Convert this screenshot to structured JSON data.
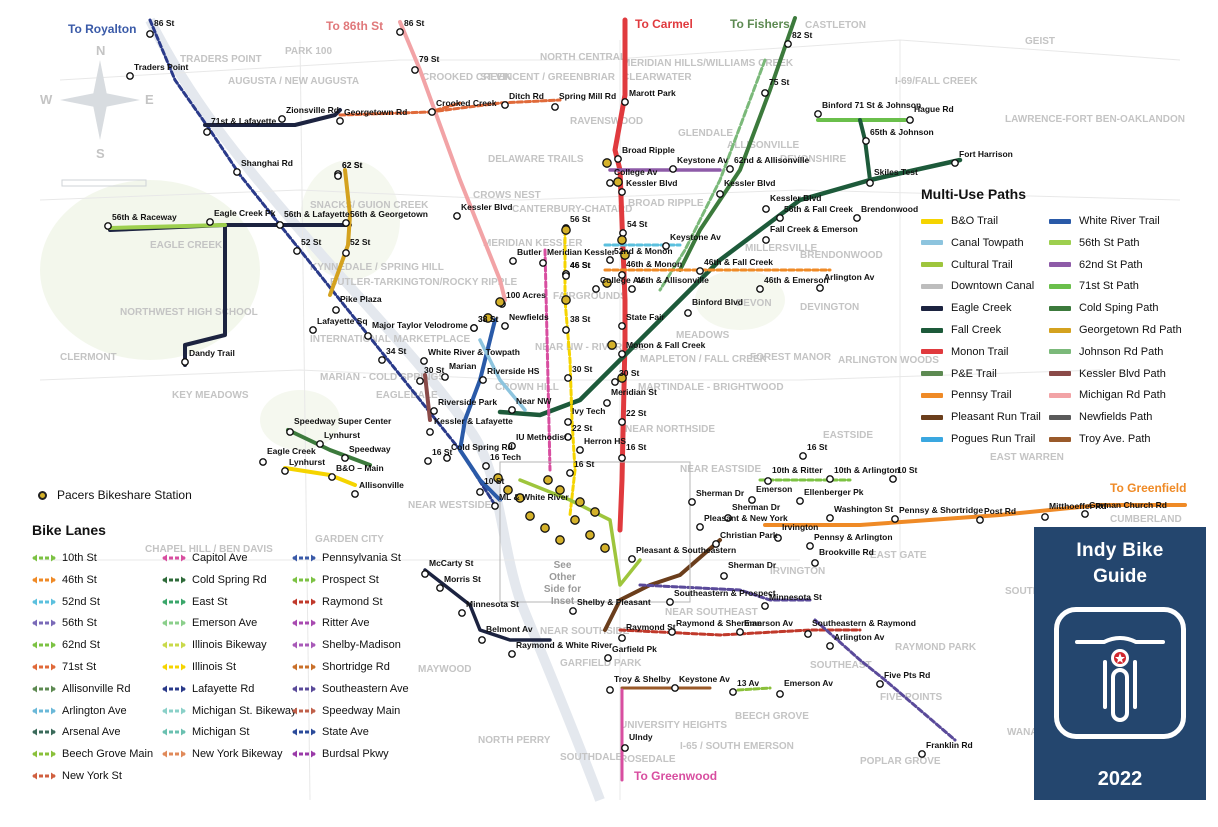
{
  "directions": {
    "royalton": "To Royalton",
    "86th": "To 86th St",
    "carmel": "To Carmel",
    "fishers": "To Fishers",
    "greenfield": "To Greenfield",
    "greenwood": "To Greenwood"
  },
  "neighborhoods": [
    "TRADERS POINT",
    "PARK 100",
    "AUGUSTA / NEW AUGUSTA",
    "NORTH CENTRAL",
    "MERIDIAN HILLS/WILLIAMS CREEK",
    "CASTLETON",
    "GEIST",
    "CROOKED CREEK",
    "ST VINCENT / GREENBRIAR",
    "CLEARWATER",
    "I-69/FALL CREEK",
    "RAVENSWOOD",
    "GLENDALE",
    "ALLISONVILLE",
    "LAWRENCE-FORT BEN-OAKLANDON",
    "DELAWARE TRAILS",
    "DEVONSHIRE",
    "CROWS NEST",
    "SNACKS/ GUION CREEK",
    "BROAD RIPPLE",
    "CANTERBURY-CHATARD",
    "MERIDIAN KESSLER",
    "EAGLE CREEK",
    "KYNNEDALE / SPRING HILL",
    "BUTLER-TARKINGTON/ROCKY RIPPLE",
    "MILLERSVILLE",
    "BRENDONWOOD",
    "FAIRGROUNDS",
    "NORTHWEST HIGH SCHOOL",
    "DEVON",
    "DEVINGTON",
    "MEADOWS",
    "INTERNATIONAL MARKETPLACE",
    "NEAR NW - RIVERSIDE",
    "CLERMONT",
    "MARIAN - COLD SPRINGS",
    "MAPLETON / FALL CREEK",
    "FOREST MANOR",
    "ARLINGTON WOODS",
    "CROWN HILL",
    "MARTINDALE - BRIGHTWOOD",
    "KEY MEADOWS",
    "EAGLEDALE",
    "NEAR NORTHSIDE",
    "EASTSIDE",
    "EAST WARREN",
    "NEAR WESTSIDE",
    "NEAR EASTSIDE",
    "GARDEN CITY",
    "CHAPEL HILL / BEN DAVIS",
    "NEAR SOUTHSIDE",
    "EAST GATE",
    "IRVINGTON",
    "CUMBERLAND",
    "NEAR SOUTHEAST",
    "RAYMOND PARK",
    "GARFIELD PARK",
    "MAYWOOD",
    "SOUTHEAST",
    "FIVE POINTS",
    "UNIVERSITY HEIGHTS",
    "BEECH GROVE",
    "NORTH PERRY",
    "SOUTHDALE",
    "ROSEDALE",
    "I-65 / SOUTH EMERSON",
    "POPLAR GROVE",
    "WANAMAKER",
    "SOUTH"
  ],
  "compass": {
    "n": "N",
    "s": "S",
    "e": "E",
    "w": "W"
  },
  "stations": [
    "86 St",
    "Traders Point",
    "86 St",
    "79 St",
    "Crooked Creek",
    "Ditch Rd",
    "Spring Mill Rd",
    "Marott Park",
    "82 St",
    "75 St",
    "Zionsville Rd",
    "Georgetown Rd",
    "71st & Lafayette",
    "Shanghai Rd",
    "62 St",
    "62 St",
    "Kessler Blvd",
    "Broad Ripple",
    "College Av",
    "Keystone Av",
    "62nd & Allisonville",
    "Kessler Blvd",
    "Kessler Blvd",
    "Binford 71 St & Johnson",
    "Hague Rd",
    "65th & Johnson",
    "Fort Harrison",
    "Skiles Test",
    "56th & Raceway",
    "Eagle Creek Pk",
    "56th & Lafayette",
    "56th & Georgetown",
    "52 St",
    "52 St",
    "54 St",
    "56 St",
    "Kessler Blvd",
    "56th & Fall Creek",
    "Brendonwood",
    "Fall Creek & Emerson",
    "Keystone Av",
    "Butler",
    "Meridian Kessler",
    "52nd & Monon",
    "46 St",
    "46th & Monon",
    "46th & Fall Creek",
    "46th & Emerson",
    "Arlington Av",
    "College Av",
    "46th & Allisonville",
    "Binford Blvd",
    "46 St",
    "100 Acres",
    "Pike Plaza",
    "38 St",
    "Newfields",
    "38 St",
    "State Fair",
    "Lafayette Sq",
    "Major Taylor Velodrome",
    "34 St",
    "White River & Towpath",
    "Marian",
    "Riverside HS",
    "Monon & Fall Creek",
    "30 St",
    "30 St",
    "30 St",
    "Meridian St",
    "Riverside Park",
    "Near NW",
    "Ivy Tech",
    "22 St",
    "22 St",
    "Kessler & Lafayette",
    "IU Methodist",
    "Herron HS",
    "Speedway Super Center",
    "Lynhurst",
    "Speedway",
    "Eagle Creek",
    "Lynhurst",
    "16 St",
    "Cold Spring Rd",
    "16 Tech",
    "16 St",
    "16 St",
    "B&O – Main",
    "Allisonville",
    "10 St",
    "ML & White River",
    "16 St",
    "10th & Ritter",
    "10th & Arlington",
    "10 St",
    "Emerson",
    "Ellenberger Pk",
    "Sherman Dr",
    "Sherman Dr",
    "Pleasant & New York",
    "Washington St",
    "Irvington",
    "Pennsy & Shortridge",
    "Post Rd",
    "Mitthoeffer Rd",
    "German Church Rd",
    "Pennsy & Arlington",
    "Brookville Rd",
    "Christian Park",
    "Pleasant & Southeastern",
    "Sherman Dr",
    "Southeastern & Prospect",
    "Minnesota St",
    "McCarty St",
    "Morris St",
    "Minnesota St",
    "Belmont Av",
    "Raymond & White River",
    "Shelby & Pleasant",
    "Raymond St",
    "Raymond & Sherman",
    "Emerson Av",
    "Southeastern & Raymond",
    "Arlington Av",
    "Garfield Pk",
    "Troy & Shelby",
    "Keystone Av",
    "13 Av",
    "Emerson Av",
    "Five Pts Rd",
    "Franklin Rd",
    "Ulndy",
    "Dandy Trail",
    "38 St",
    "46 St"
  ],
  "station_key": "Pacers Bikeshare Station",
  "inset_note": "See Other Side for Inset",
  "multi_use": {
    "title": "Multi-Use Paths",
    "items": [
      {
        "label": "B&O Trail",
        "color": "#f5d400"
      },
      {
        "label": "White River Trail",
        "color": "#2a5aa8"
      },
      {
        "label": "Canal Towpath",
        "color": "#8dc4de"
      },
      {
        "label": "56th St Path",
        "color": "#9dcf4e"
      },
      {
        "label": "Cultural Trail",
        "color": "#9ec53c"
      },
      {
        "label": "62nd St Path",
        "color": "#8e5ba8"
      },
      {
        "label": "Downtown Canal",
        "color": "#bdbdbd"
      },
      {
        "label": "71st St Path",
        "color": "#6abf4b"
      },
      {
        "label": "Eagle Creek",
        "color": "#1c2340"
      },
      {
        "label": "Cold Sping Path",
        "color": "#3c7a3c"
      },
      {
        "label": "Fall Creek",
        "color": "#1d5a3a"
      },
      {
        "label": "Georgetown Rd Path",
        "color": "#d4a21f"
      },
      {
        "label": "Monon Trail",
        "color": "#e03a3e"
      },
      {
        "label": "Johnson Rd Path",
        "color": "#7bb97a"
      },
      {
        "label": "P&E Trail",
        "color": "#5d8a52"
      },
      {
        "label": "Kessler Blvd Path",
        "color": "#8a4a48"
      },
      {
        "label": "Pennsy Trail",
        "color": "#ef8a26"
      },
      {
        "label": "Michigan Rd Path",
        "color": "#f2a3a6"
      },
      {
        "label": "Pleasant Run Trail",
        "color": "#6b3e1c"
      },
      {
        "label": "Newfields Path",
        "color": "#5a5a5a"
      },
      {
        "label": "Pogues Run Trail",
        "color": "#3aa7e0"
      },
      {
        "label": "Troy Ave. Path",
        "color": "#9a5a2a"
      }
    ]
  },
  "bike_lanes": {
    "title": "Bike Lanes",
    "items": [
      {
        "label": "10th St",
        "color": "#7cc243"
      },
      {
        "label": "Capitol Ave",
        "color": "#d84ea0"
      },
      {
        "label": "Pennsylvania St",
        "color": "#3a5aa8"
      },
      {
        "label": "46th St",
        "color": "#ef8a26"
      },
      {
        "label": "Cold Spring Rd",
        "color": "#2f6b3a"
      },
      {
        "label": "Prospect St",
        "color": "#7cc243"
      },
      {
        "label": "52nd St",
        "color": "#5bc0de"
      },
      {
        "label": "East St",
        "color": "#3aa66a"
      },
      {
        "label": "Raymond St",
        "color": "#c0392b"
      },
      {
        "label": "56th St",
        "color": "#7a6ab8"
      },
      {
        "label": "Emerson Ave",
        "color": "#8bcf8b"
      },
      {
        "label": "Ritter Ave",
        "color": "#a84ab0"
      },
      {
        "label": "62nd St",
        "color": "#7cc243"
      },
      {
        "label": "Illinois Bikeway",
        "color": "#c9d94a"
      },
      {
        "label": "Shelby-Madison",
        "color": "#a85ab8"
      },
      {
        "label": "71st St",
        "color": "#e06a3a"
      },
      {
        "label": "Illinois St",
        "color": "#f5d400"
      },
      {
        "label": "Shortridge Rd",
        "color": "#c9702a"
      },
      {
        "label": "Allisonville Rd",
        "color": "#5d8a52"
      },
      {
        "label": "Lafayette Rd",
        "color": "#2a3a8a"
      },
      {
        "label": "Southeastern Ave",
        "color": "#5a4a9a"
      },
      {
        "label": "Arlington Ave",
        "color": "#6ab8d8"
      },
      {
        "label": "Michigan St. Bikeway",
        "color": "#8ad0c8"
      },
      {
        "label": "Speedway Main",
        "color": "#c0604a"
      },
      {
        "label": "Arsenal Ave",
        "color": "#3a6a5a"
      },
      {
        "label": "Michigan St",
        "color": "#6ac0b0"
      },
      {
        "label": "State Ave",
        "color": "#2a4a9a"
      },
      {
        "label": "Beech Grove Main",
        "color": "#8ac03a"
      },
      {
        "label": "New York Bikeway",
        "color": "#e08a5a"
      },
      {
        "label": "Burdsal Pkwy",
        "color": "#9a3aa8"
      },
      {
        "label": "New York St",
        "color": "#d06040"
      }
    ]
  },
  "guide": {
    "line1": "Indy Bike",
    "line2": "Guide",
    "year": "2022"
  }
}
